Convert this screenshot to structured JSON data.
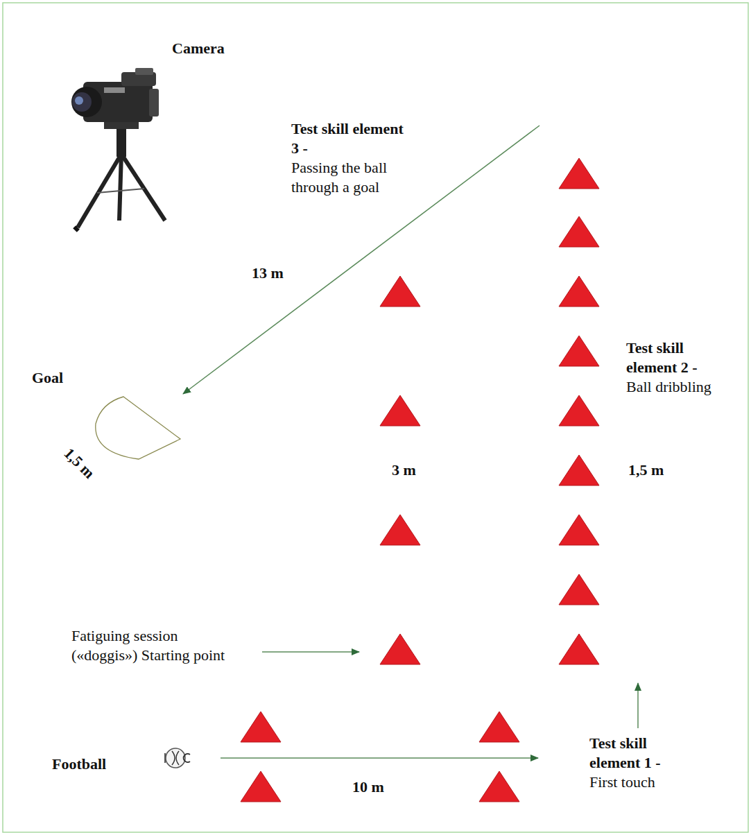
{
  "diagram": {
    "nodes": [
      {
        "text": [
          "Goal"
        ]
      }
    ],
    "labels": [
      "Camera",
      "Test skill element 3 -",
      "Passing the ball through a goal",
      "13 m",
      "1,5 m",
      "Test skill element 2 -",
      "Ball dribbling",
      "3 m",
      "1,5 m",
      "Fatiguing session («doggis») Starting point",
      "Football",
      "10 m",
      "Test skill element 1 -",
      "First touch"
    ]
  }
}
